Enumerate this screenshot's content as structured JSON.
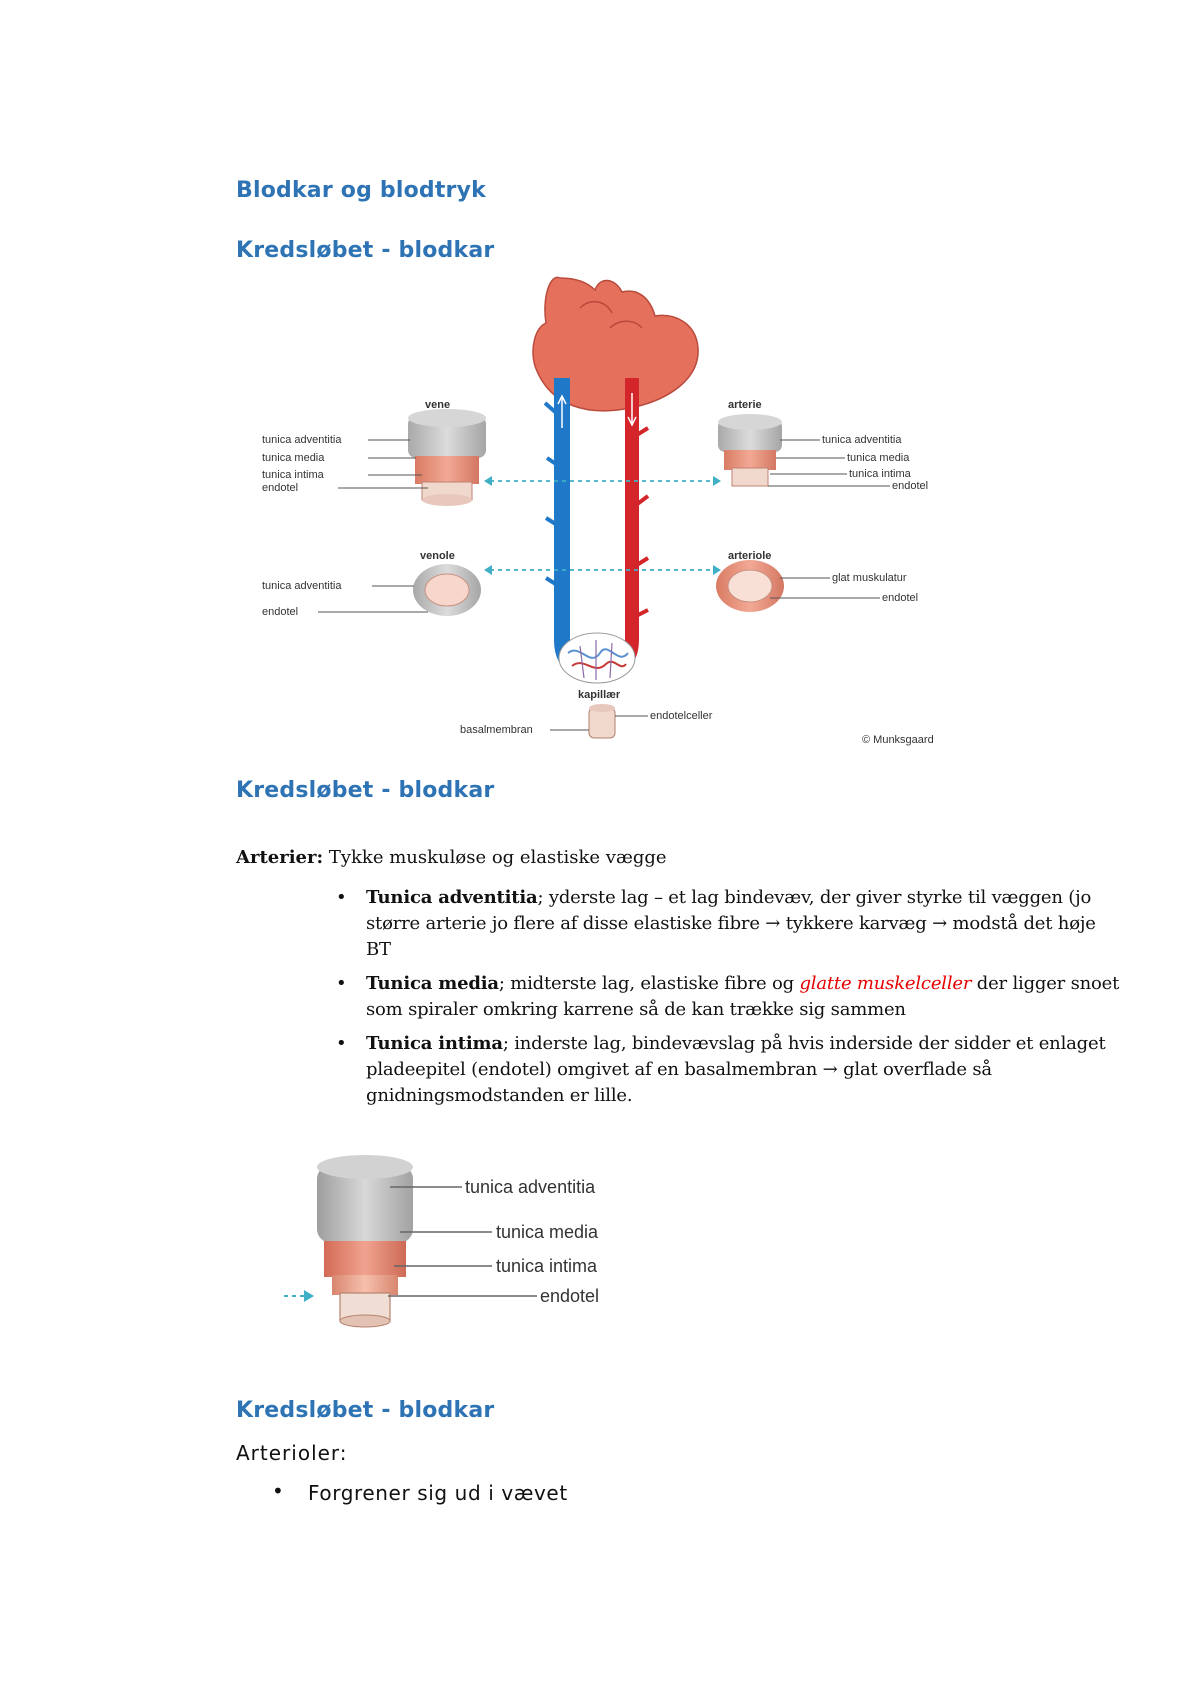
{
  "headings": {
    "main": "Blodkar og blodtryk",
    "section1": "Kredsløbet - blodkar",
    "section2": "Kredsløbet - blodkar",
    "section3": "Kredsløbet - blodkar"
  },
  "figure1": {
    "vene": "vene",
    "arterie": "arterie",
    "venole": "venole",
    "arteriole": "arteriole",
    "kapillær": "kapillær",
    "left_labels": [
      "tunica adventitia",
      "tunica media",
      "tunica intima",
      "endotel"
    ],
    "right_labels": [
      "tunica adventitia",
      "tunica media",
      "tunica intima",
      "endotel"
    ],
    "venole_labels": [
      "tunica adventitia",
      "endotel"
    ],
    "arteriole_labels": [
      "glat muskulatur",
      "endotel"
    ],
    "cap_right": "endotelceller",
    "cap_left": "basalmembran",
    "copyright": "© Munksgaard"
  },
  "arterier": {
    "label": "Arterier:",
    "text": " Tykke muskuløse og elastiske vægge",
    "bullets": [
      {
        "term": "Tunica adventitia",
        "text": "; yderste lag – et lag bindevæv, der giver styrke til væggen (jo større arterie jo flere af disse elastiske fibre → tykkere karvæg → modstå det høje BT"
      },
      {
        "term": "Tunica media",
        "text_before": "; midterste lag, elastiske fibre og ",
        "red": "glatte muskelceller",
        "text_after": " der ligger snoet som spiraler omkring karrene så de kan trække sig sammen"
      },
      {
        "term": "Tunica intima",
        "text": "; inderste lag, bindevævslag på hvis inderside der sidder et enlaget pladeepitel (endotel) omgivet af en basalmembran → glat overflade så gnidningsmodstanden er lille."
      }
    ]
  },
  "figure2": {
    "labels": [
      "tunica adventitia",
      "tunica media",
      "tunica intima",
      "endotel"
    ]
  },
  "arterioler": {
    "label": "Arterioler:",
    "bullet": "Forgrener sig ud i vævet"
  },
  "colors": {
    "heading": "#2e74b5",
    "red_text": "#e60000",
    "vein_blue": "#1f78c8",
    "artery_red": "#d4252b",
    "tissue_pink": "#e8927a",
    "adventitia_gray": "#c8c8c8"
  }
}
